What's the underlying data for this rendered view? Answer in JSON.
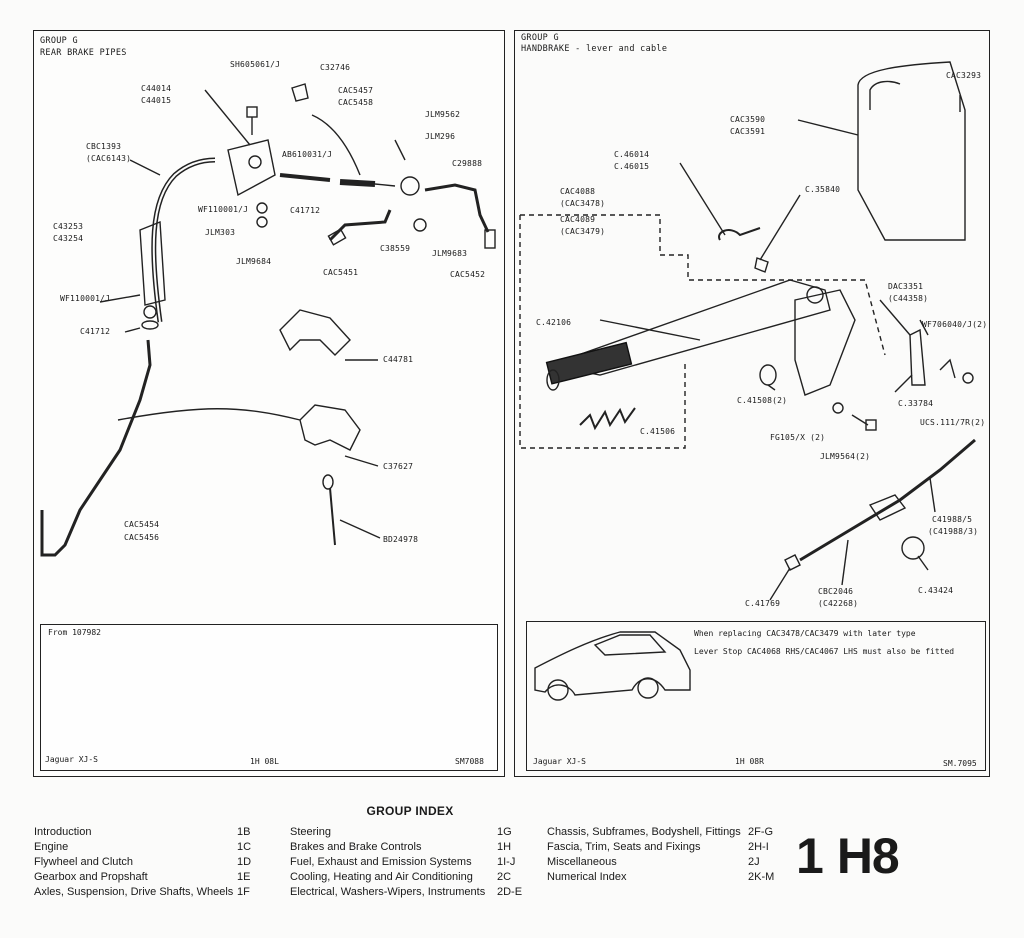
{
  "left_sheet": {
    "group": "GROUP G",
    "title": "REAR BRAKE PIPES",
    "parts": {
      "p1": "SH605061/J",
      "p2": "C32746",
      "p3": "C44014",
      "p4": "C44015",
      "p5": "CAC5457",
      "p6": "CAC5458",
      "p7": "JLM9562",
      "p8": "JLM296",
      "p9": "CBC1393",
      "p10": "(CAC6143)",
      "p11": "AB610031/J",
      "p12": "C29888",
      "p13": "C43253",
      "p14": "C43254",
      "p15": "WF110001/J",
      "p16": "C41712",
      "p17": "JLM303",
      "p18": "JLM9684",
      "p19": "C38559",
      "p20": "JLM9683",
      "p21": "CAC5451",
      "p22": "CAC5452",
      "p23": "WF110001/J",
      "p24": "C41712",
      "p25": "C44781",
      "p26": "C37627",
      "p27": "CAC5454",
      "p28": "CAC5456",
      "p29": "BD24978"
    },
    "footer_from": "From 107982",
    "footer_model": "Jaguar XJ-S",
    "footer_ref": "1H 08L",
    "footer_sm": "SM7088"
  },
  "right_sheet": {
    "group": "GROUP G",
    "title": "HANDBRAKE - lever and cable",
    "parts": {
      "r1": "CAC3293",
      "r2": "CAC3590",
      "r3": "CAC3591",
      "r4": "C.46014",
      "r5": "C.46015",
      "r6": "CAC4088",
      "r7": "(CAC3478)",
      "r8": "CAC4089",
      "r9": "(CAC3479)",
      "r10": "C.35840",
      "r11": "DAC3351",
      "r12": "(C44358)",
      "r13": "WF706040/J(2)",
      "r14": "C.42106",
      "r15": "C.41508(2)",
      "r16": "C.33784",
      "r17": "UCS.111/7R(2)",
      "r18": "C.41506",
      "r19": "FG105/X (2)",
      "r20": "JLM9564(2)",
      "r21": "C41988/5",
      "r22": "(C41988/3)",
      "r23": "C.41769",
      "r24": "CBC2046",
      "r25": "(C42268)",
      "r26": "C.43424"
    },
    "note_line1": "When replacing CAC3478/CAC3479 with later type",
    "note_line2": "Lever Stop CAC4068 RHS/CAC4067 LHS must also be fitted",
    "footer_model": "Jaguar XJ-S",
    "footer_ref": "1H 08R",
    "footer_sm": "SM.7095"
  },
  "group_index": {
    "title": "GROUP INDEX",
    "col1": [
      {
        "name": "Introduction",
        "code": "1B"
      },
      {
        "name": "Engine",
        "code": "1C"
      },
      {
        "name": "Flywheel and Clutch",
        "code": "1D"
      },
      {
        "name": "Gearbox and Propshaft",
        "code": "1E"
      },
      {
        "name": "Axles, Suspension, Drive Shafts, Wheels",
        "code": "1F"
      }
    ],
    "col2": [
      {
        "name": "Steering",
        "code": "1G"
      },
      {
        "name": "Brakes and Brake Controls",
        "code": "1H"
      },
      {
        "name": "Fuel, Exhaust and Emission Systems",
        "code": "1I-J"
      },
      {
        "name": "Cooling, Heating and Air Conditioning",
        "code": "2C"
      },
      {
        "name": "Electrical, Washers-Wipers, Instruments",
        "code": "2D-E"
      }
    ],
    "col3": [
      {
        "name": "Chassis, Subframes, Bodyshell, Fittings",
        "code": "2F-G"
      },
      {
        "name": "Fascia, Trim, Seats and Fixings",
        "code": "2H-I"
      },
      {
        "name": "Miscellaneous",
        "code": "2J"
      },
      {
        "name": "Numerical Index",
        "code": "2K-M"
      }
    ]
  },
  "page_code": {
    "digit": "1",
    "letters": "H8"
  }
}
